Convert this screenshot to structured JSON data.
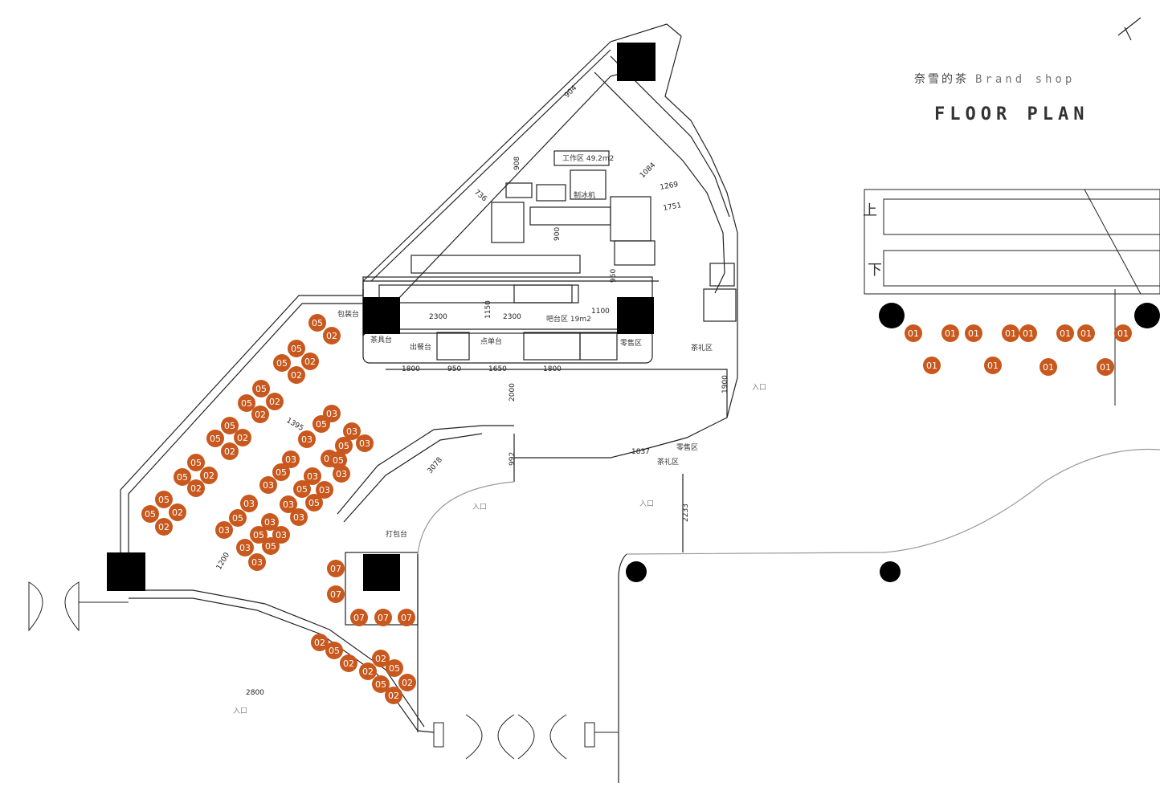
{
  "brand": {
    "name_cn": "奈雪的茶",
    "name_en": "Brand shop"
  },
  "title": "FLOOR PLAN",
  "labels": {
    "work_zone": "工作区 49.2m2",
    "bar_zone": "吧台区 19m2",
    "pickup": "出餐台",
    "order": "点单台",
    "tea_counter": "茶具台",
    "retail": "零售区",
    "retail2": "零售区",
    "gift": "茶礼区",
    "gift2": "茶礼区",
    "pack": "打包台",
    "pack2": "包装台",
    "ice": "制冰机",
    "up": "上",
    "down": "下",
    "entrance1": "入口",
    "entrance2": "入口",
    "entrance3": "入口",
    "entrance4": "入口"
  },
  "dimensions": [
    "904",
    "908",
    "736",
    "1084",
    "1269",
    "1751",
    "900",
    "950",
    "2300",
    "2300",
    "1150",
    "1100",
    "1800",
    "950",
    "1650",
    "1800",
    "2000",
    "1900",
    "992",
    "1837",
    "3078",
    "2233",
    "1395",
    "1200",
    "2800"
  ],
  "seat_tags": [
    "01",
    "02",
    "03",
    "05",
    "07"
  ],
  "colors": {
    "seat": "#c8581d",
    "line": "#222222",
    "column": "#000000"
  }
}
